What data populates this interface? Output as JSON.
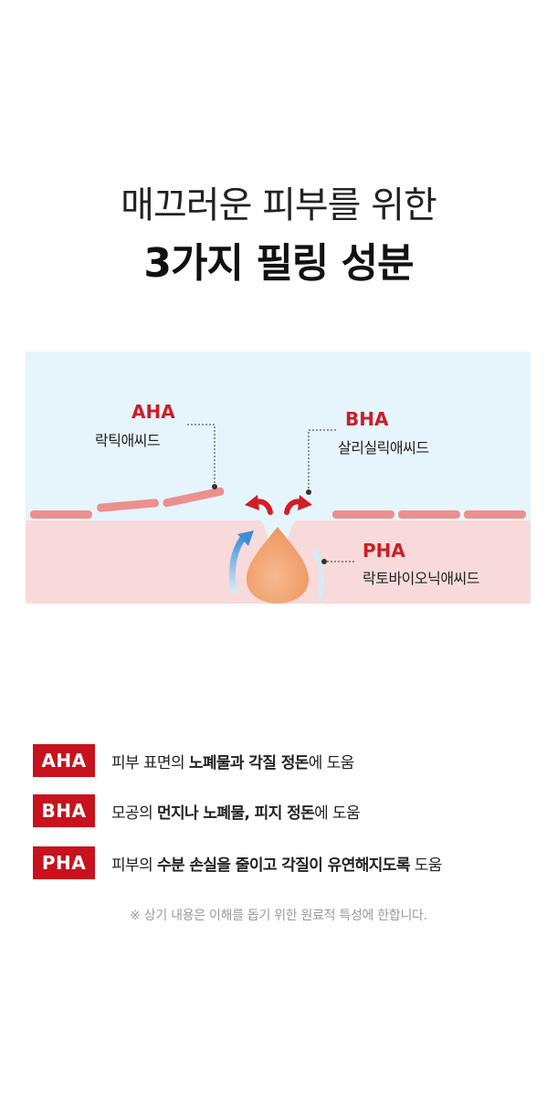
{
  "header": {
    "line1": "매끄러운 피부를 위한",
    "line2": "3가지 필링 성분"
  },
  "diagram": {
    "aha": {
      "name": "AHA",
      "ingredient": "락틱애씨드"
    },
    "bha": {
      "name": "BHA",
      "ingredient": "살리실릭애씨드"
    },
    "pha": {
      "name": "PHA",
      "ingredient": "락토바이오닉애씨드"
    },
    "colors": {
      "sky": "#e6f4fb",
      "skin": "#f8dada",
      "skin_cells": "#ec8f8f",
      "pore": "#f2a673",
      "arrow_red": "#cf1f25",
      "arrow_blue": "#3d8ed6",
      "label_red": "#c8202b"
    },
    "icons": [
      "red-up-arrow-icon",
      "blue-up-arrow-icon",
      "sebum-drop-icon"
    ]
  },
  "benefits": [
    {
      "badge": "AHA",
      "parts": [
        {
          "text": "피부 표면의 ",
          "bold": false
        },
        {
          "text": "노폐물과 각질 정돈",
          "bold": true
        },
        {
          "text": "에 도움",
          "bold": false
        }
      ]
    },
    {
      "badge": "BHA",
      "parts": [
        {
          "text": "모공의 ",
          "bold": false
        },
        {
          "text": "먼지나 노폐물, 피지 정돈",
          "bold": true
        },
        {
          "text": "에 도움",
          "bold": false
        }
      ]
    },
    {
      "badge": "PHA",
      "parts": [
        {
          "text": "피부의 ",
          "bold": false
        },
        {
          "text": "수분 손실을 줄이고 각질이 유연해지도록",
          "bold": true
        },
        {
          "text": " 도움",
          "bold": false
        }
      ]
    }
  ],
  "footnote": "※  상기 내용은 이해를 돕기 위한 원료적 특성에 한합니다."
}
